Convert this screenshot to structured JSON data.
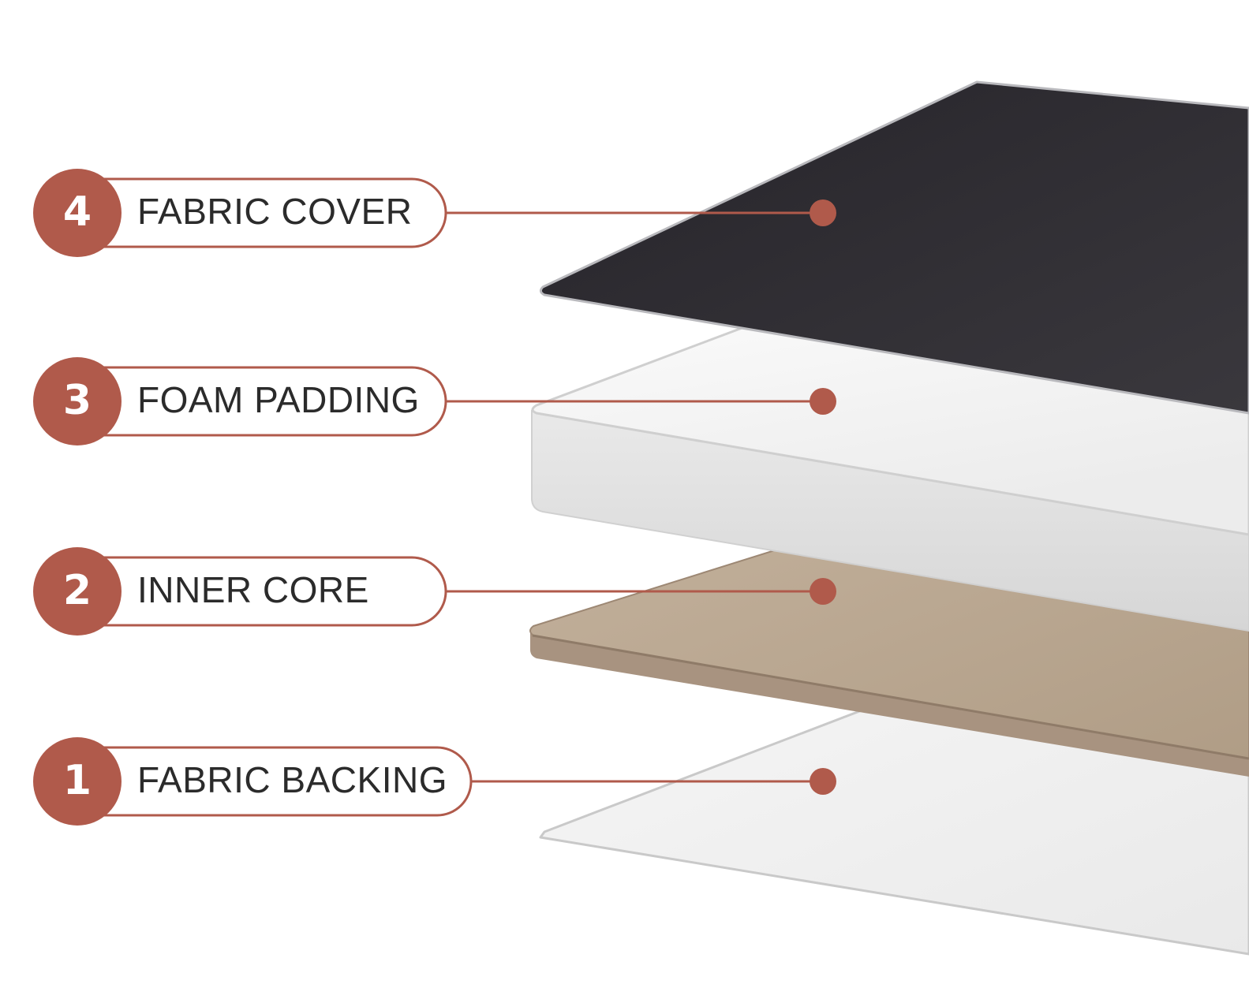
{
  "colors": {
    "accent": "#b05a4b",
    "fabric_cover": "#2e2c31",
    "foam_padding": "#f3f3f3",
    "inner_core": "#bca994",
    "fabric_backing": "#efefef"
  },
  "layers": [
    {
      "number": "4",
      "label": "FABRIC COVER",
      "icon": "numbered-badge"
    },
    {
      "number": "3",
      "label": "FOAM PADDING",
      "icon": "numbered-badge"
    },
    {
      "number": "2",
      "label": "INNER CORE",
      "icon": "numbered-badge"
    },
    {
      "number": "1",
      "label": "FABRIC BACKING",
      "icon": "numbered-badge"
    }
  ]
}
